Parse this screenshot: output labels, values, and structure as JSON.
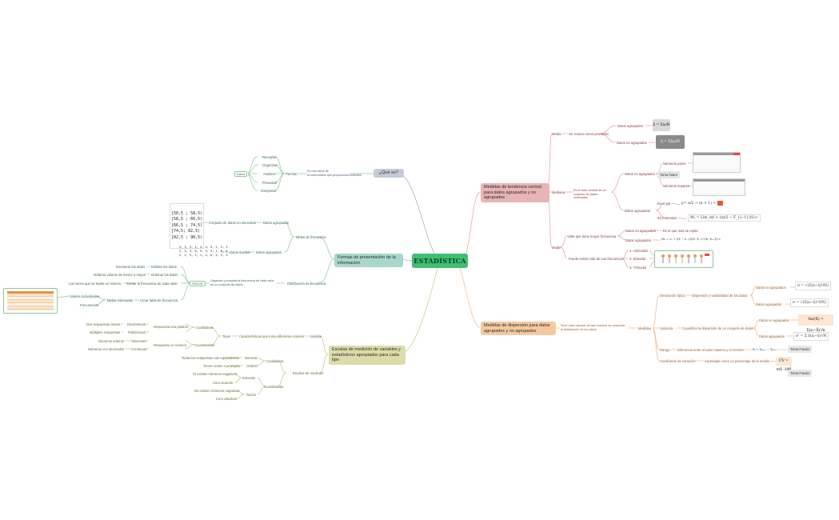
{
  "center": "ESTADÍSTICA",
  "colors": {
    "red": "#e8b4b4",
    "green": "#3fbf72",
    "blue": "#c3ccd9",
    "teal": "#a9d6cc",
    "orange": "#f5c9a0",
    "olive": "#dcdcaa"
  },
  "que_es": {
    "title": "¿Qué es?",
    "desc": "Es una rama de\nla matemática que proporciona métodos",
    "permite": "Permite",
    "datos": "Datos",
    "items": [
      "Recopilar",
      "Organizar",
      "Analizar",
      "Presentar",
      "Interpretar"
    ]
  },
  "formas": {
    "title": "Formas de presentación de la información",
    "tablas": "Tablas de frecuencia",
    "agrupados": "Datos agrupados",
    "conjunto": "Conjunto de datos en intervalos",
    "intervals": [
      "[50,5 ; 58,5)",
      "[58,5 ; 66,5)",
      "[66,5 ; 74,5)",
      "[74,5; 82,5)",
      "[82,5 ; 90,5)"
    ],
    "sueltos_agrupados": "Datos agrupados",
    "sueltos": "Datos sueltos",
    "numbers": "3, 3, 3, 1, 3, 3, 9, 1, 3, 3\n2, 3, 3, 6, 9, 3, 3, 1, 8, 4\n2, 2, 9, 1, 1, 2, 6, 1, 3, 3",
    "distribucion": "Distribución de frecuencia",
    "organiza": "Organiza y muestra la frecuencia de cada valor\nen un conjunto de datos",
    "pasos": "PASOS",
    "steps": [
      {
        "a": "Enumerar los datos",
        "b": "Enlistar los datos"
      },
      {
        "a": "Ordenar valores de menor a mayor",
        "b": "Ordenar los datos"
      },
      {
        "a": "Las veces que se repite un número",
        "b": "Contar la frecuencia de cada valor"
      },
      {
        "a": "Tablas ordenadas",
        "b": "Crear tabla de frecuencia"
      }
    ],
    "valores": "Valores individuales",
    "frecuencias": "Frecuencias"
  },
  "escalas": {
    "title": "Escalas de medición de variables y estadísticos apropiados para cada tipo",
    "variable": "Variable",
    "caracteristicas": "Características que toma diferentes valores",
    "tipos": "Tipos",
    "cualitativas": "Cualitativas",
    "cuantitativas": "Cuantitativas",
    "respuesta_palabra": "Respuesta una palabra",
    "respuesta_numero": "Respuesta un número",
    "dicotomicas": "Dicotómicas",
    "dos_resp": "Dos respuestas únicas",
    "politomicas": "Politómicas",
    "multiples": "Múltiples respuestas",
    "discretas": "Discretas",
    "num_enteros": "Números enteros",
    "continuas": "Continuas",
    "num_decimales": "Números con decimales",
    "escalas_medicion": "Escalas de medición",
    "nominal": "Nominal",
    "nominal_d": "Todas las respuestas son equivalentes",
    "ordinal": "Ordinal",
    "ordinal_d": "Tienen orden o jerarquía",
    "cual2": "Cualitativas",
    "cuan2": "Cuantitativas",
    "intervalo": "Intervalo",
    "intervalo_d1": "Sí existen números negativos",
    "intervalo_d2": "Cero acuerdo",
    "razon": "Razón",
    "razon_d1": "No existen números negativos",
    "razon_d2": "Cero absoluto"
  },
  "tendencia": {
    "title": "Medidas de tendencia central para datos agrupados y no agrupados",
    "media": "Media",
    "media_d": "Se conoce como promedio",
    "datos_agr": "Datos agrupados",
    "datos_no_agr": "Datos no agrupados",
    "mediana": "Mediana",
    "mediana_d": "Es el valor central de un conjunto de datos ordenados",
    "no_agr": "Datos no agrupados",
    "numeros_pares": "Números pares",
    "numeros_impares": "Números impares",
    "toma_foto": "Toma fotaro",
    "agr": "Datos agrupados",
    "en_el_par": "En el par",
    "en_intervalos": "En intervalos",
    "moda": "Moda",
    "moda_d": "Valor que tiene mayor frecuencia",
    "moda_no_agr": "Datos no agrupados",
    "moda_no_agr_d": "Es el que más se repite",
    "moda_agr": "Datos agrupados",
    "puede": "Puede existir más de una frecuencia",
    "unimodal": "1- Unimodal",
    "bimodal": "2- Bimodal",
    "trimodal": "3- Trimodal"
  },
  "dispersion": {
    "title": "Medidas de dispersión para datos agrupados y no agrupados",
    "sirve": "Sirve para calcular de qué manera se comporta\nla distribución de los datos",
    "medidas": "Medidas",
    "desv": "Desviación típica",
    "desv_d": "Dispersión o variabilidad de los datos",
    "no_agr": "Datos no agrupados",
    "agr": "Datos agrupados",
    "varianza": "Varianza",
    "varianza_d": "Cuantifica la dispersión de un conjunto de datos",
    "v_no_agr": "Datos no agrupados",
    "v_agr": "Datos agrupados",
    "rango": "Rango",
    "rango_d": "Diferencia entre el valor máximo y el mínimo",
    "toma_foto": "Toma Fotario",
    "coef": "Coeficiente de variación",
    "coef_d": "expresada como un porcentaje de la media",
    "toma_foto2": "Toma Fotario"
  }
}
